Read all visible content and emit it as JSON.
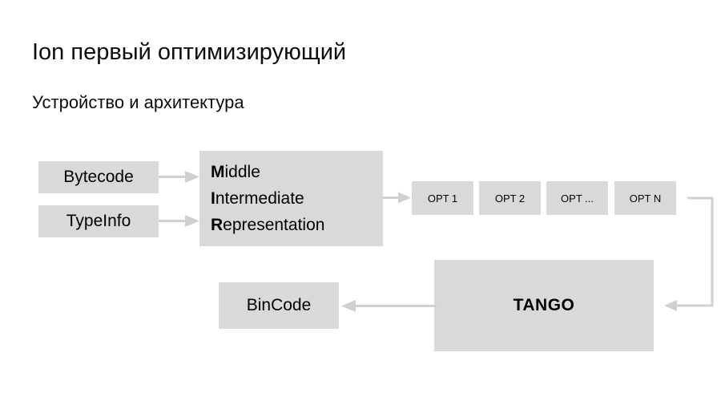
{
  "slide": {
    "title": "Ion первый оптимизирующий",
    "subtitle": "Устройство и архитектура"
  },
  "colors": {
    "box_fill": "#d9d9d9",
    "connector": "#d0d0d0",
    "text": "#0d0d0d",
    "background": "#ffffff"
  },
  "diagram": {
    "inputs": [
      {
        "id": "bytecode",
        "label": "Bytecode"
      },
      {
        "id": "typeinfo",
        "label": "TypeInfo"
      }
    ],
    "mir": {
      "id": "mir",
      "lines": [
        {
          "accent": "M",
          "rest": "iddle"
        },
        {
          "accent": "I",
          "rest": "ntermediate"
        },
        {
          "accent": "R",
          "rest": "epresentation"
        }
      ]
    },
    "optimizations": [
      {
        "id": "opt-1",
        "label": "OPT 1"
      },
      {
        "id": "opt-2",
        "label": "OPT 2"
      },
      {
        "id": "opt-3",
        "label": "OPT ..."
      },
      {
        "id": "opt-4",
        "label": "OPT N"
      }
    ],
    "backend": {
      "id": "tango",
      "label": "TANGO"
    },
    "output": {
      "id": "bincode",
      "label": "BinCode"
    },
    "connectors": [
      {
        "id": "bytecode-to-mir",
        "from": "bytecode",
        "to": "mir",
        "direction": "right"
      },
      {
        "id": "typeinfo-to-mir",
        "from": "typeinfo",
        "to": "mir",
        "direction": "right"
      },
      {
        "id": "mir-to-opt",
        "from": "mir",
        "to": "opt-1",
        "direction": "right"
      },
      {
        "id": "opt-to-tango",
        "from": "opt-4",
        "to": "tango",
        "direction": "left"
      },
      {
        "id": "tango-to-bincode",
        "from": "tango",
        "to": "bincode",
        "direction": "left"
      }
    ]
  }
}
